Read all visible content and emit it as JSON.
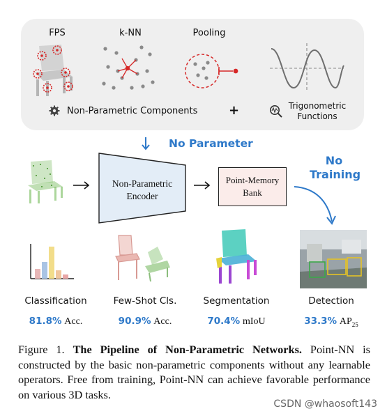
{
  "panel": {
    "fps_label": "FPS",
    "knn_label": "k-NN",
    "pooling_label": "Pooling",
    "nonparam_components": "Non-Parametric Components",
    "plus": "+",
    "trig_line1": "Trigonometric",
    "trig_line2": "Functions"
  },
  "pipeline": {
    "no_parameter": "No Parameter",
    "no_training_line1": "No",
    "no_training_line2": "Training",
    "encoder_line1": "Non-Parametric",
    "encoder_line2": "Encoder",
    "bank_line1": "Point-Memory",
    "bank_line2": "Bank"
  },
  "tasks": [
    {
      "name": "Classification",
      "value": "81.8%",
      "unit": "Acc."
    },
    {
      "name": "Few-Shot Cls.",
      "value": "90.9%",
      "unit": "Acc."
    },
    {
      "name": "Segmentation",
      "value": "70.4%",
      "unit": "mIoU"
    },
    {
      "name": "Detection",
      "value": "33.3%",
      "unit": "AP",
      "unit_sub": "25"
    }
  ],
  "caption": {
    "prefix": "Figure 1.",
    "title": "The Pipeline of Non-Parametric Networks.",
    "body": "Point-NN is constructed by the basic non-parametric components without any learnable operators. Free from training, Point-NN can achieve favorable performance on various 3D tasks."
  },
  "watermark": "CSDN @whaosoft143",
  "colors": {
    "accent_blue": "#2e79c9",
    "encoder_fill": "#e3edf7",
    "bank_fill": "#fbecea",
    "fps_red": "#d62828",
    "point_green": "#5cad3c",
    "trig_gray": "#6e6e6e"
  }
}
